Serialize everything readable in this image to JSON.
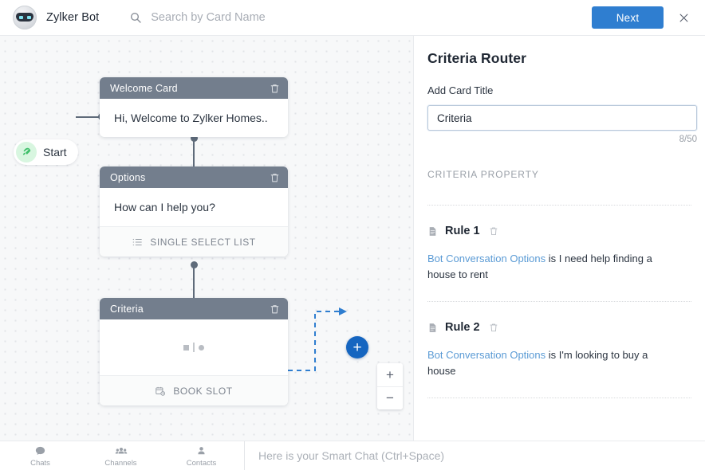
{
  "header": {
    "avatar_name": "bot-avatar",
    "bot_name": "Zylker Bot",
    "search_placeholder": "Search by Card Name",
    "search_value": "",
    "next_label": "Next",
    "close_label": "×",
    "accent_blue": "#2f7ed0"
  },
  "canvas": {
    "start": {
      "label": "Start",
      "icon": "rocket-icon",
      "icon_bg": "#d8f6e0"
    },
    "card_header_color": "#737e8d",
    "cards": [
      {
        "title": "Welcome Card",
        "body": "Hi, Welcome to Zylker Homes..",
        "footer": null,
        "footer_icon": null
      },
      {
        "title": "Options",
        "body": "How can I help you?",
        "footer": "SINGLE SELECT LIST",
        "footer_icon": "list-icon"
      },
      {
        "title": "Criteria",
        "body": null,
        "footer": "BOOK SLOT",
        "footer_icon": "calendar-clock-icon"
      }
    ],
    "add_node_label": "+",
    "zoom_in_label": "+",
    "zoom_out_label": "−",
    "connector_color": "#1565c0"
  },
  "panel": {
    "title": "Criteria Router",
    "field_label": "Add Card Title",
    "title_value": "Criteria",
    "title_placeholder": "Add Card Title",
    "char_count": "8/50",
    "section_label": "CRITERIA PROPERTY",
    "rules": [
      {
        "name": "Rule 1",
        "link": "Bot Conversation Options",
        "condition": " is I need help finding a house to rent"
      },
      {
        "name": "Rule 2",
        "link": "Bot Conversation Options",
        "condition": " is I'm looking to buy a house"
      }
    ],
    "link_color": "#5b9bd5"
  },
  "bottom": {
    "nav": [
      {
        "label": "Chats",
        "icon": "chat-bubble-icon"
      },
      {
        "label": "Channels",
        "icon": "people-group-icon"
      },
      {
        "label": "Contacts",
        "icon": "person-icon"
      }
    ],
    "smart_chat_placeholder": "Here is your Smart Chat (Ctrl+Space)",
    "smart_chat_value": ""
  }
}
